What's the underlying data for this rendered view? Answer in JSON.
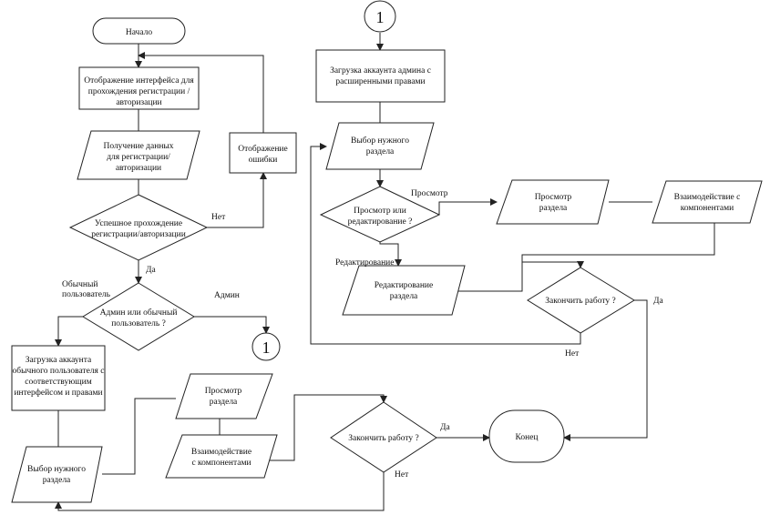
{
  "nodes": {
    "start": [
      "Начало"
    ],
    "show_ui": [
      "Отображение интерфейса для",
      "прохождения регистрации /",
      "авторизации"
    ],
    "get_data": [
      "Получение данных",
      "для регистрации/",
      "авторизации"
    ],
    "show_error": [
      "Отображение",
      "ошибки"
    ],
    "check_auth": [
      "Успешное прохождение",
      "регистрации/авторизации"
    ],
    "admin_or_user": [
      "Админ или обычный",
      "пользователь ?"
    ],
    "connector_bottom": [
      "1"
    ],
    "load_user": [
      "Загрузка аккаунта",
      "обычного пользователя с",
      "соответствующим",
      "интерфейсом и правами"
    ],
    "select_section_user": [
      "Выбор нужного",
      "раздела"
    ],
    "view_section_user": [
      "Просмотр",
      "раздела"
    ],
    "interact_user": [
      "Взаимодействие",
      "с компонентами"
    ],
    "finish_user": [
      "Закончить работу ?"
    ],
    "end": [
      "Конец"
    ],
    "connector_top": [
      "1"
    ],
    "load_admin": [
      "Загрузка аккаунта админа с",
      "расширенными правами"
    ],
    "select_section_admin": [
      "Выбор нужного",
      "раздела"
    ],
    "view_or_edit": [
      "Просмотр или",
      "редактирование ?"
    ],
    "view_section_admin": [
      "Просмотр",
      "раздела"
    ],
    "interact_admin": [
      "Взаимодействие с",
      "компонентами"
    ],
    "edit_section": [
      "Редактирование",
      "раздела"
    ],
    "finish_admin": [
      "Закончить работу ?"
    ]
  },
  "edge_labels": {
    "auth_no": "Нет",
    "auth_yes": "Да",
    "regular_user": [
      "Обычный",
      "пользователь"
    ],
    "admin": "Админ",
    "user_finish_yes": "Да",
    "user_finish_no": "Нет",
    "admin_view": "Просмотр",
    "admin_edit": "Редактирование",
    "admin_finish_yes": "Да",
    "admin_finish_no": "Нет"
  }
}
